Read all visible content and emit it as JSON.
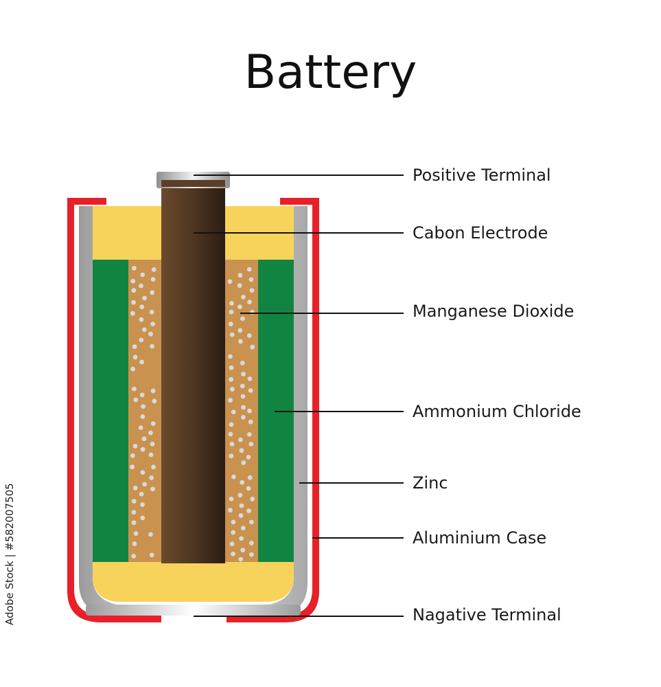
{
  "title": "Battery",
  "labels": [
    {
      "id": "positive-terminal",
      "text": "Positive Terminal"
    },
    {
      "id": "carbon-electrode",
      "text": "Cabon Electrode"
    },
    {
      "id": "manganese-dioxide",
      "text": "Manganese Dioxide"
    },
    {
      "id": "ammonium-chloride",
      "text": "Ammonium Chloride"
    },
    {
      "id": "zinc",
      "text": "Zinc"
    },
    {
      "id": "aluminium-case",
      "text": "Aluminium Case"
    },
    {
      "id": "negative-terminal",
      "text": "Nagative Terminal"
    }
  ],
  "watermark_id": "Adobe Stock | #582007505",
  "colors": {
    "case": "#e8202a",
    "zinc": "#c0c0c0",
    "top_bottom_fill": "#f7d35b",
    "ammonium_chloride": "#128441",
    "manganese_dioxide": "#c9924f",
    "carbon_rod": "#4a3320",
    "leader_line": "#111111"
  }
}
